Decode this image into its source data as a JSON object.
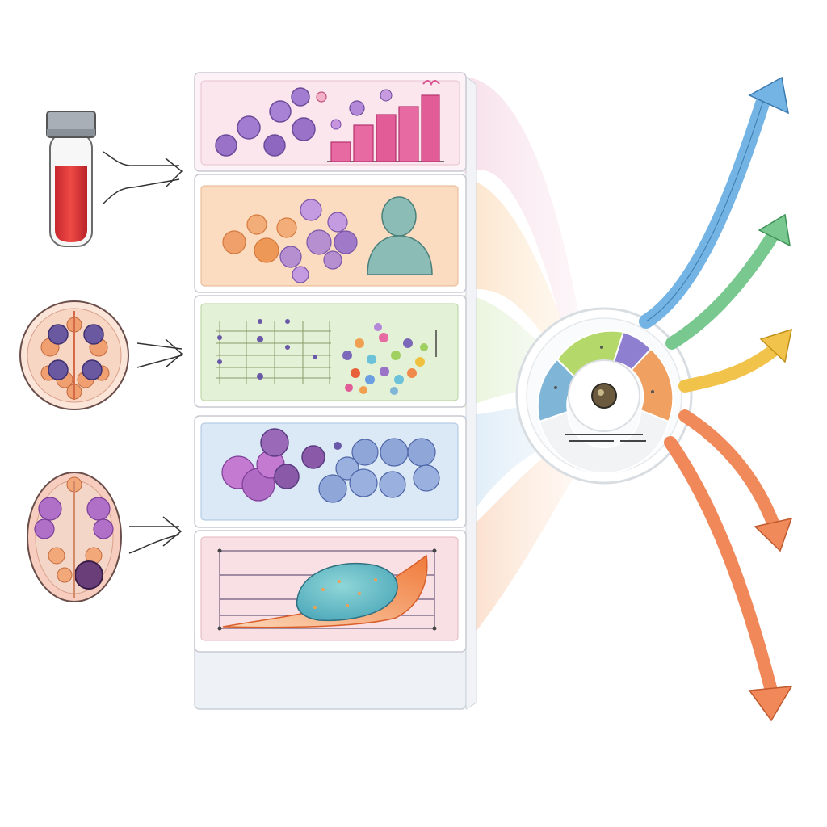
{
  "diagram": {
    "inputs": [
      {
        "name": "blood-sample",
        "icon": "test-tube-icon"
      },
      {
        "name": "tissue-section",
        "icon": "tissue-slice-icon"
      },
      {
        "name": "organ-biopsy",
        "icon": "organ-section-icon"
      }
    ],
    "panels": [
      {
        "name": "cell-histogram-panel",
        "fill": "#fbe6ee",
        "accent": "#d9528e"
      },
      {
        "name": "cell-patient-panel",
        "fill": "#fbdcc1",
        "accent": "#b58fd0"
      },
      {
        "name": "matrix-cluster-panel",
        "fill": "#e3f1d6",
        "accent": "#7b68b8"
      },
      {
        "name": "cell-cluster-panel",
        "fill": "#dbe8f6",
        "accent": "#7f96c8"
      },
      {
        "name": "growth-curve-panel",
        "fill": "#f9e0e4",
        "accent": "#f08a4b"
      }
    ],
    "integration_hub": {
      "segments": [
        "#7fb6d8",
        "#b5d86a",
        "#8f7fd0",
        "#f0a060",
        "#a8c8e0"
      ]
    },
    "outputs": [
      {
        "name": "output-arrow-blue",
        "color": "#74b4e4"
      },
      {
        "name": "output-arrow-green",
        "color": "#78c890"
      },
      {
        "name": "output-arrow-yellow",
        "color": "#f2c34a"
      },
      {
        "name": "output-arrow-orange",
        "color": "#f08a5a"
      },
      {
        "name": "output-arrow-deep-orange",
        "color": "#f0885a"
      }
    ]
  }
}
